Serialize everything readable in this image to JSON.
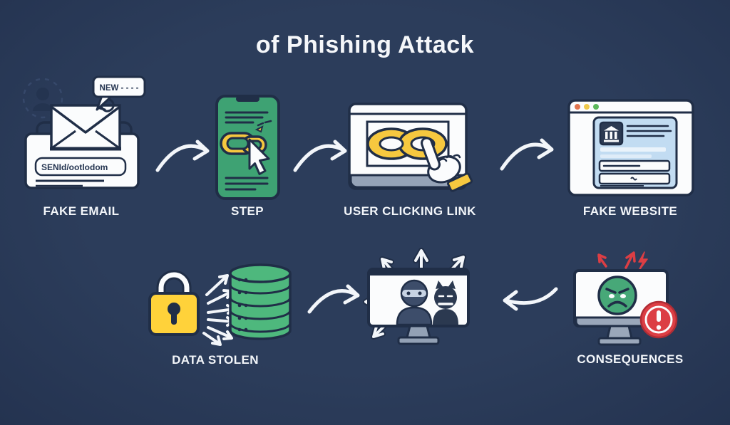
{
  "title": "of Phishing Attack",
  "steps": [
    {
      "id": "fake-email",
      "label": "FAKE EMAIL",
      "icon": "phishing-email-icon",
      "bubble_text": "NEW - - - -",
      "address_text": "SENId/ootlodom"
    },
    {
      "id": "step",
      "label": "STEP",
      "icon": "phone-malicious-link-icon"
    },
    {
      "id": "user-clicking-link",
      "label": "USER CLICKING LINK",
      "icon": "browser-link-click-icon"
    },
    {
      "id": "fake-website",
      "label": "FAKE WEBSITE",
      "icon": "fake-login-window-icon"
    },
    {
      "id": "data-stolen",
      "label": "DATA STOLEN",
      "icon": "lock-to-database-icon"
    },
    {
      "id": "hacker-screen",
      "label": "",
      "icon": "hacker-broadcast-monitor-icon"
    },
    {
      "id": "consequences",
      "label": "CONSEQUENCES",
      "icon": "alert-monitor-icon"
    }
  ],
  "arrows": [
    {
      "from": "fake-email",
      "to": "step",
      "direction": "right"
    },
    {
      "from": "step",
      "to": "user-clicking-link",
      "direction": "right"
    },
    {
      "from": "user-clicking-link",
      "to": "fake-website",
      "direction": "right"
    },
    {
      "from": "data-stolen",
      "to": "hacker-screen",
      "direction": "right"
    },
    {
      "from": "consequences",
      "to": "hacker-screen",
      "direction": "left"
    }
  ],
  "colors": {
    "background": "#2A3A56",
    "outline": "#202E47",
    "white": "#FBFCFD",
    "phone_green": "#3EA273",
    "link_yellow": "#F6C83F",
    "lock_yellow": "#FFD23A",
    "database_green": "#4EB87D",
    "alert_red": "#DC3E44",
    "angry_face_green": "#47A878",
    "monitor_gray": "#93A1B5",
    "login_card_blue": "#C2DCF2"
  }
}
